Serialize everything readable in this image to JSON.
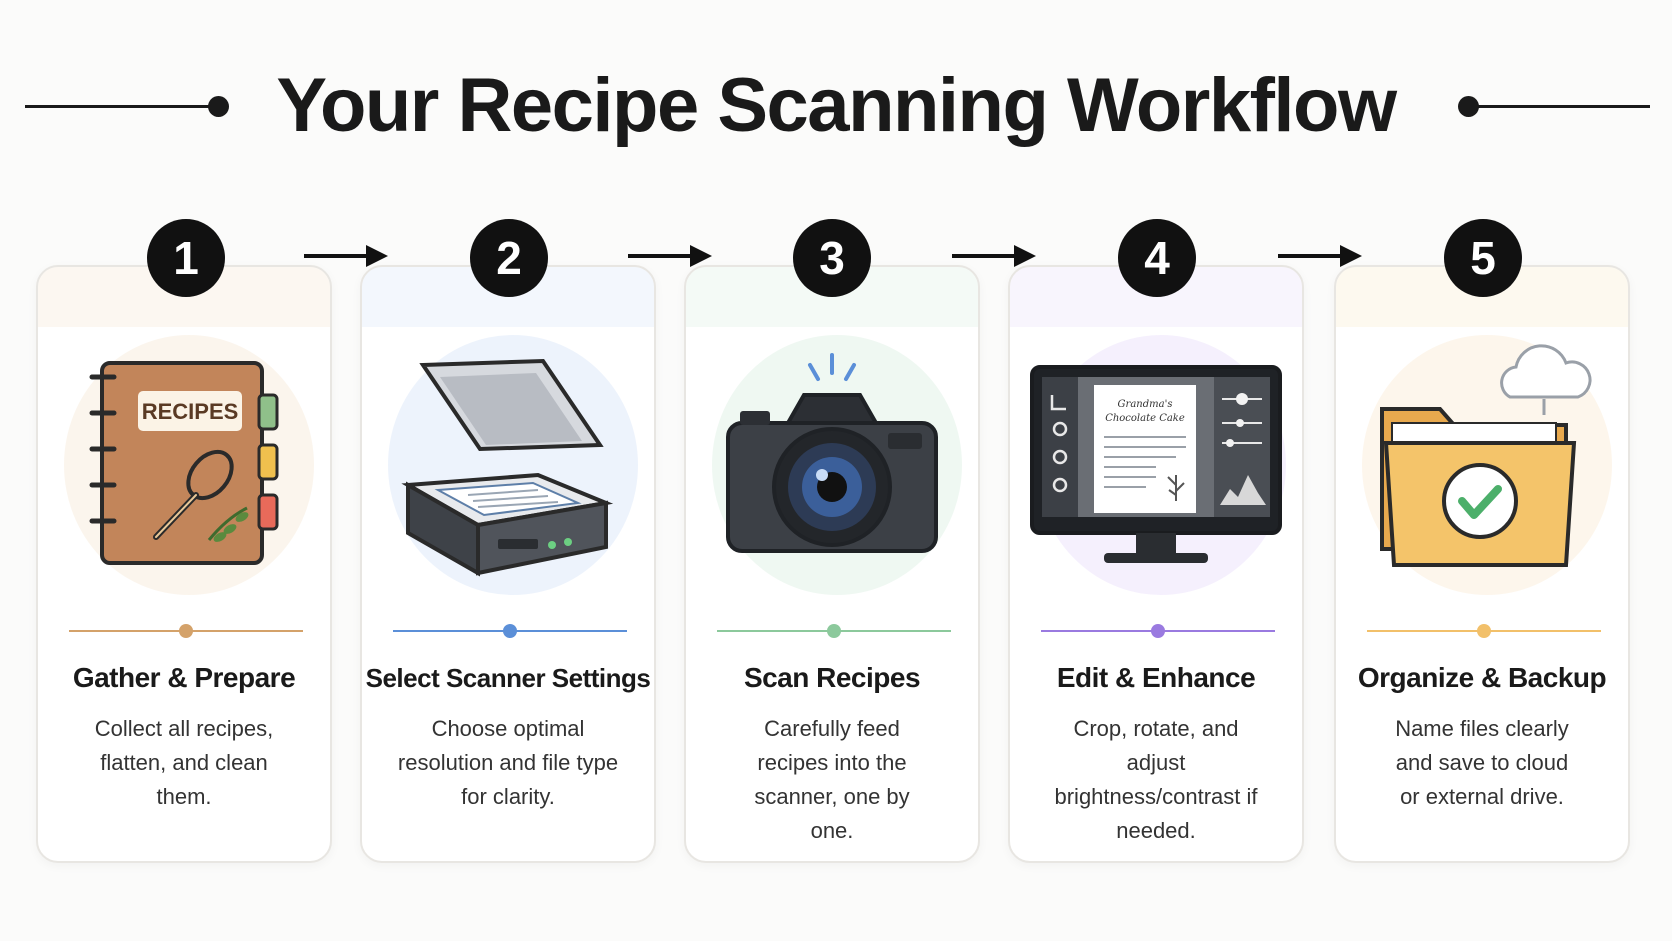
{
  "title": "Your Recipe Scanning Workflow",
  "colors": {
    "step1": "#d4a26a",
    "step2": "#5b8fd8",
    "step3": "#8cc99c",
    "step4": "#9a7ae0",
    "step5": "#f2c06a"
  },
  "steps": [
    {
      "number": "1",
      "title": "Gather & Prepare",
      "description": "Collect all recipes, flatten, and clean them.",
      "icon": "recipe-book-icon",
      "cover_label": "RECIPES"
    },
    {
      "number": "2",
      "title": "Select Scanner Settings",
      "description": "Choose optimal resolution and file type for clarity.",
      "icon": "flatbed-scanner-icon"
    },
    {
      "number": "3",
      "title": "Scan Recipes",
      "description": "Carefully feed recipes into the scanner, one by one.",
      "icon": "camera-icon"
    },
    {
      "number": "4",
      "title": "Edit & Enhance",
      "description": "Crop, rotate, and adjust brightness/contrast if needed.",
      "icon": "monitor-editor-icon",
      "doc_title_line1": "Grandma's",
      "doc_title_line2": "Chocolate Cake"
    },
    {
      "number": "5",
      "title": "Organize & Backup",
      "description": "Name files clearly and save to cloud or external drive.",
      "icon": "folder-cloud-check-icon"
    }
  ]
}
